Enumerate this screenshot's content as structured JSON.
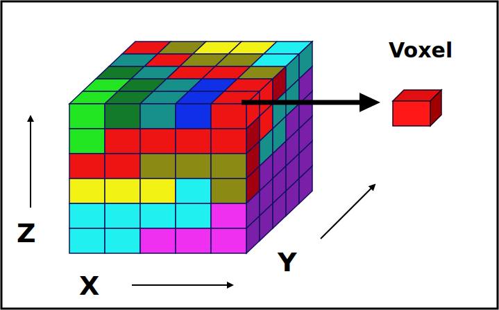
{
  "diagram": {
    "labels": [
      "Voxel",
      "Z",
      "X",
      "Y"
    ]
  }
}
